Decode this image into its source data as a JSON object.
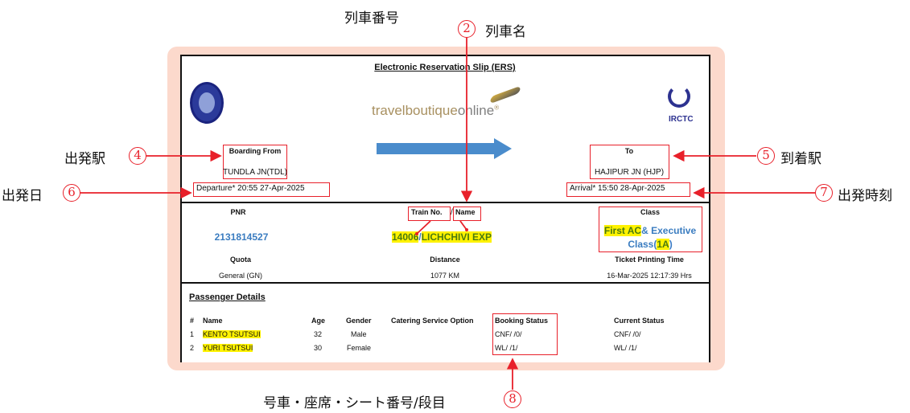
{
  "annotations": {
    "train_number": "列車番号",
    "train_name": {
      "num": "2",
      "label": "列車名"
    },
    "boarding": {
      "num": "4",
      "label": "出発駅"
    },
    "arrival_station": {
      "num": "5",
      "label": "到着駅"
    },
    "departure_date": {
      "num": "6",
      "label": "出発日"
    },
    "arrival_time": {
      "num": "7",
      "label": "出発時刻"
    },
    "seat": {
      "num": "8",
      "label": "号車・座席・シート番号/段目"
    }
  },
  "slip": {
    "title": "Electronic Reservation Slip (ERS)",
    "brand": {
      "part1": "travelboutique",
      "part2": "online",
      "mark": "®"
    },
    "irctc": "IRCTC",
    "boarding_from_label": "Boarding From",
    "boarding_from": "TUNDLA JN(TDL)",
    "to_label": "To",
    "to": "HAJIPUR JN (HJP)",
    "departure": "Departure* 20:55 27-Apr-2025",
    "arrival": "Arrival* 15:50 28-Apr-2025",
    "pnr_label": "PNR",
    "pnr": "2131814527",
    "train_no_label": "Train No.",
    "slash": "/",
    "name_label": "Name",
    "train_no": "14006",
    "train_name": "LICHCHIVI EXP",
    "class_label": "Class",
    "class_hl": "First AC",
    "class_rest": "& Executive",
    "class_line2a": "Class(",
    "class_code": "1A",
    "class_line2b": ")",
    "quota_label": "Quota",
    "quota": "General (GN)",
    "distance_label": "Distance",
    "distance": "1077 KM",
    "print_label": "Ticket Printing Time",
    "print_time": "16-Mar-2025 12:17:39 Hrs"
  },
  "passengers": {
    "heading": "Passenger Details",
    "columns": [
      "#",
      "Name",
      "Age",
      "Gender",
      "Catering Service Option",
      "Booking Status",
      "Current Status"
    ],
    "rows": [
      {
        "n": "1",
        "name": "KENTO TSUTSUI",
        "age": "32",
        "gender": "Male",
        "booking": "CNF/ /0/",
        "current": "CNF/ /0/"
      },
      {
        "n": "2",
        "name": "YURI TSUTSUI",
        "age": "30",
        "gender": "Female",
        "booking": "WL/ /1/",
        "current": "WL/ /1/"
      }
    ]
  }
}
